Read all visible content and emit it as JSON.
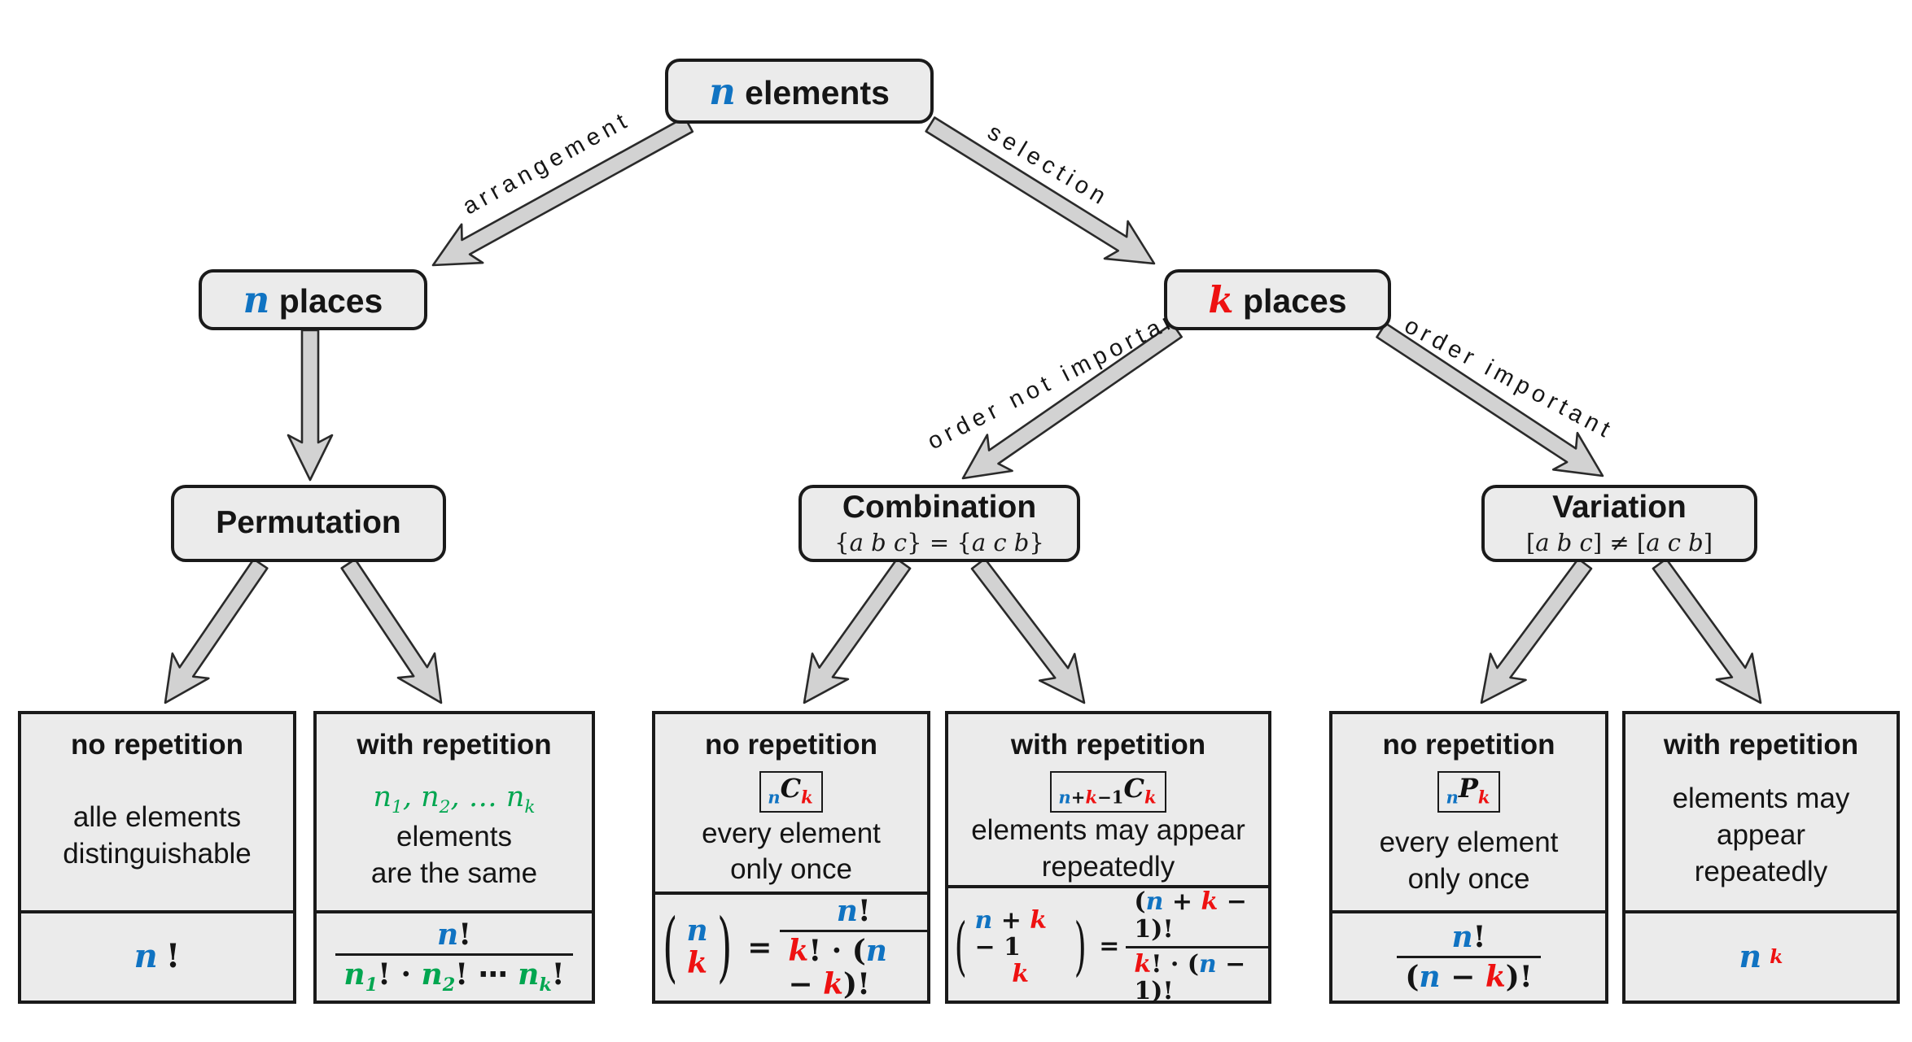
{
  "palette": {
    "variable_n_blue": "#1073C2",
    "variable_k_red": "#EE1111",
    "variable_group_green": "#00A650",
    "box_fill": "#EBEBEB",
    "box_border": "#1A1A1A",
    "arrow_fill": "#D2D2D2",
    "arrow_outline": "#2A2A2A",
    "background": "#FFFFFF"
  },
  "nodes": {
    "root": {
      "tokens": [
        {
          "t": "n",
          "cl": "mv vn"
        },
        {
          "t": " elements"
        }
      ]
    },
    "places_n": {
      "tokens": [
        {
          "t": "n",
          "cl": "mv vn"
        },
        {
          "t": " places"
        }
      ]
    },
    "places_k": {
      "tokens": [
        {
          "t": "k",
          "cl": "mv vk"
        },
        {
          "t": " places"
        }
      ]
    },
    "permutation": {
      "title": "Permutation"
    },
    "combination": {
      "title": "Combination",
      "subtitle": [
        {
          "t": "{",
          "cl": "up"
        },
        {
          "t": "a b c",
          "cl": "mv"
        },
        {
          "t": "} = {",
          "cl": "up"
        },
        {
          "t": "a c b",
          "cl": "mv"
        },
        {
          "t": "}",
          "cl": "up"
        }
      ]
    },
    "variation": {
      "title": "Variation",
      "subtitle": [
        {
          "t": "[",
          "cl": "up"
        },
        {
          "t": "a b c",
          "cl": "mv"
        },
        {
          "t": "] ≠ [",
          "cl": "up"
        },
        {
          "t": "a c b",
          "cl": "mv"
        },
        {
          "t": "]",
          "cl": "up"
        }
      ]
    }
  },
  "edges": {
    "arrangement": {
      "label": "arrangement"
    },
    "selection": {
      "label": "selection"
    },
    "order_not_important": {
      "label": "order not important"
    },
    "order_important": {
      "label": "order important"
    }
  },
  "leaves": [
    {
      "title": "no repetition",
      "desc": [
        [
          {
            "t": "alle elements"
          }
        ],
        [
          {
            "t": "distinguishable"
          }
        ]
      ],
      "formula": {
        "main": [
          {
            "t": "n",
            "cl": "vn"
          },
          {
            "t": "!",
            "cl": "up"
          }
        ]
      }
    },
    {
      "title": "with repetition",
      "desc": [
        [
          {
            "t": "n",
            "cl": "vg"
          },
          {
            "t": "1",
            "cl": "vg",
            "sub": 1
          },
          {
            "t": ", ",
            "cl": "vg"
          },
          {
            "t": "n",
            "cl": "vg"
          },
          {
            "t": "2",
            "cl": "vg",
            "sub": 1
          },
          {
            "t": ", … ",
            "cl": "vg"
          },
          {
            "t": "n",
            "cl": "vg"
          },
          {
            "t": "k",
            "cl": "vg",
            "sub": 1
          },
          {
            "t": " elements"
          }
        ],
        [
          {
            "t": "are the same"
          }
        ]
      ],
      "formula": {
        "num": [
          {
            "t": "n",
            "cl": "vn"
          },
          {
            "t": "!",
            "cl": "up"
          }
        ],
        "den": [
          {
            "t": "n",
            "cl": "vg"
          },
          {
            "t": "1",
            "cl": "vg",
            "sub": 1
          },
          {
            "t": "! · ",
            "cl": "up"
          },
          {
            "t": "n",
            "cl": "vg"
          },
          {
            "t": "2",
            "cl": "vg",
            "sub": 1
          },
          {
            "t": "! ⋯ ",
            "cl": "up"
          },
          {
            "t": "n",
            "cl": "vg"
          },
          {
            "t": "k",
            "cl": "vg",
            "sub": 1
          },
          {
            "t": "!",
            "cl": "up"
          }
        ]
      }
    },
    {
      "title": "no repetition",
      "badge": [
        {
          "t": "n",
          "cl": "vn",
          "sub": 1
        },
        {
          "t": "C"
        },
        {
          "t": "k",
          "cl": "vk",
          "sub": 1
        }
      ],
      "desc": [
        [
          {
            "t": "every element"
          }
        ],
        [
          {
            "t": "only once"
          }
        ]
      ],
      "formula": {
        "lp": "(",
        "rp": ")",
        "eq": "=",
        "binom_top": [
          {
            "t": "n",
            "cl": "vn"
          }
        ],
        "binom_bottom": [
          {
            "t": "k",
            "cl": "vk"
          }
        ],
        "num": [
          {
            "t": "n",
            "cl": "vn"
          },
          {
            "t": "!",
            "cl": "up"
          }
        ],
        "den": [
          {
            "t": "k",
            "cl": "vk"
          },
          {
            "t": "! · (",
            "cl": "up"
          },
          {
            "t": "n",
            "cl": "vn"
          },
          {
            "t": " − ",
            "cl": "up"
          },
          {
            "t": "k",
            "cl": "vk"
          },
          {
            "t": ")!",
            "cl": "up"
          }
        ]
      }
    },
    {
      "title": "with repetition",
      "badge": [
        {
          "t": "n",
          "cl": "vn",
          "sub": 1
        },
        {
          "t": "+",
          "cl": "up",
          "sub": 1
        },
        {
          "t": "k",
          "cl": "vk",
          "sub": 1
        },
        {
          "t": "−1",
          "cl": "up",
          "sub": 1
        },
        {
          "t": "C"
        },
        {
          "t": "k",
          "cl": "vk",
          "sub": 1
        }
      ],
      "desc": [
        [
          {
            "t": "elements may appear"
          }
        ],
        [
          {
            "t": "repeatedly"
          }
        ]
      ],
      "formula": {
        "lp": "(",
        "rp": ")",
        "eq": "=",
        "binom_top": [
          {
            "t": "n",
            "cl": "vn"
          },
          {
            "t": " + ",
            "cl": "up"
          },
          {
            "t": "k",
            "cl": "vk"
          },
          {
            "t": " − 1",
            "cl": "up"
          }
        ],
        "binom_bottom": [
          {
            "t": "k",
            "cl": "vk"
          }
        ],
        "num": [
          {
            "t": "(",
            "cl": "up"
          },
          {
            "t": "n",
            "cl": "vn"
          },
          {
            "t": " + ",
            "cl": "up"
          },
          {
            "t": "k",
            "cl": "vk"
          },
          {
            "t": " − 1)!",
            "cl": "up"
          }
        ],
        "den": [
          {
            "t": "k",
            "cl": "vk"
          },
          {
            "t": "! · (",
            "cl": "up"
          },
          {
            "t": "n",
            "cl": "vn"
          },
          {
            "t": " − 1)!",
            "cl": "up"
          }
        ]
      }
    },
    {
      "title": "no repetition",
      "badge": [
        {
          "t": "n",
          "cl": "vn",
          "sub": 1
        },
        {
          "t": "P"
        },
        {
          "t": "k",
          "cl": "vk",
          "sub": 1
        }
      ],
      "desc": [
        [
          {
            "t": "every element"
          }
        ],
        [
          {
            "t": "only once"
          }
        ]
      ],
      "formula": {
        "num": [
          {
            "t": "n",
            "cl": "vn"
          },
          {
            "t": "!",
            "cl": "up"
          }
        ],
        "den": [
          {
            "t": "(",
            "cl": "up"
          },
          {
            "t": "n",
            "cl": "vn"
          },
          {
            "t": " − ",
            "cl": "up"
          },
          {
            "t": "k",
            "cl": "vk"
          },
          {
            "t": ")!",
            "cl": "up"
          }
        ]
      }
    },
    {
      "title": "with repetition",
      "desc": [
        [
          {
            "t": "elements may appear"
          }
        ],
        [
          {
            "t": "repeatedly"
          }
        ]
      ],
      "formula": {
        "main": [
          {
            "t": "n",
            "cl": "vn"
          },
          {
            "t": "k",
            "cl": "vk",
            "sup": 1
          }
        ]
      }
    }
  ]
}
